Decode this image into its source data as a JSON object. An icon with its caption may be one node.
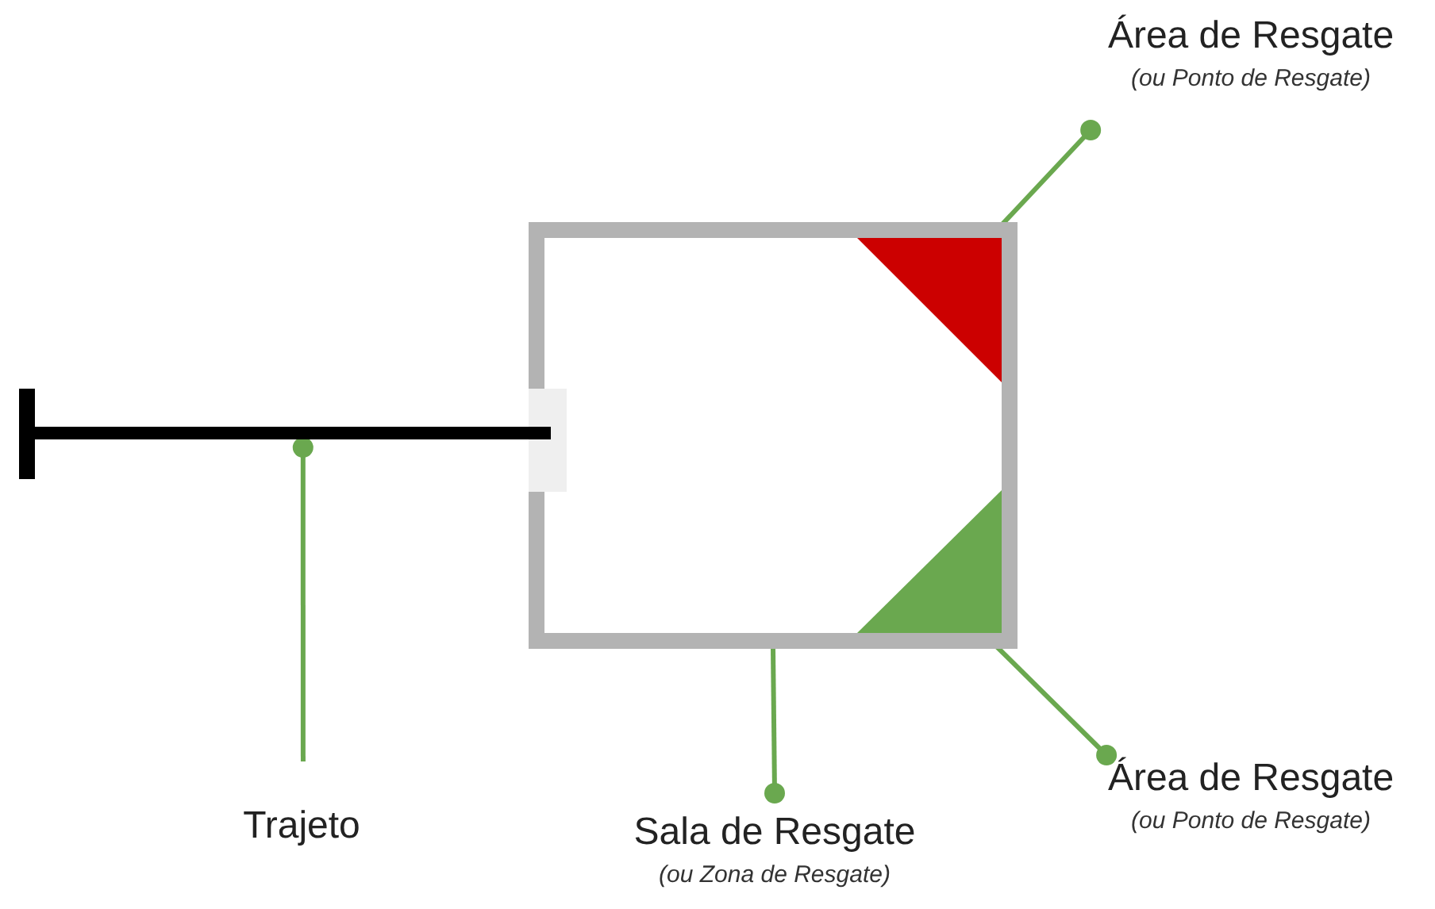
{
  "diagram": {
    "nodes": [
      {
        "text": [],
        "shape": "box"
      },
      {
        "text": [],
        "shape": "triangle",
        "in": 0
      },
      {
        "text": [],
        "shape": "triangle",
        "in": 0
      },
      {
        "text": [],
        "shape": "bar"
      },
      {
        "text": [
          "Trajeto"
        ]
      },
      {
        "text": [
          "Sala de Resgate",
          "(ou Zona de Resgate)"
        ]
      },
      {
        "text": [
          "Área de Resgate",
          "(ou Ponto de Resgate)"
        ]
      },
      {
        "text": [
          "Área de Resgate",
          "(ou Ponto de Resgate)"
        ]
      }
    ],
    "edges": [
      {
        "from": 4,
        "to": 3,
        "arrow": "other"
      },
      {
        "from": 5,
        "to": 0,
        "arrow": "other"
      },
      {
        "from": 6,
        "to": 1,
        "arrow": "other"
      },
      {
        "from": 7,
        "to": 2,
        "arrow": "other"
      }
    ]
  }
}
